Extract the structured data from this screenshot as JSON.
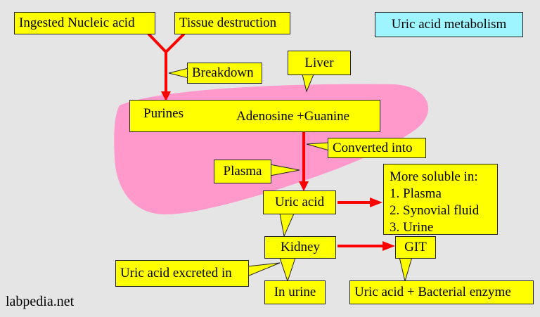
{
  "title": "Uric acid metabolism",
  "nodes": {
    "ingested": "Ingested Nucleic acid",
    "tissue": "Tissue destruction",
    "breakdown": "Breakdown",
    "liver": "Liver",
    "purines": "Purines",
    "adenosine": "Adenosine +Guanine",
    "converted": "Converted into",
    "plasma": "Plasma",
    "uric_acid": "Uric acid",
    "soluble_heading": "More soluble in:",
    "soluble_items": [
      "1. Plasma",
      "2. Synovial fluid",
      "3. Urine"
    ],
    "kidney": "Kidney",
    "git": "GIT",
    "excreted": "Uric acid excreted in",
    "in_urine": "In urine",
    "bacterial": "Uric acid + Bacterial enzyme"
  },
  "watermark": "labpedia.net",
  "colors": {
    "background": "#e5e5e5",
    "box": "#ffff00",
    "title_box": "#9ff5ff",
    "liver_shape": "#ff99cc",
    "arrow": "#ff0000"
  }
}
